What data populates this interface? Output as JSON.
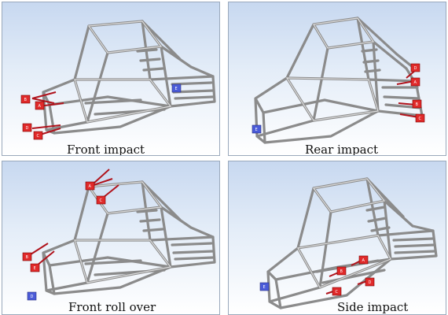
{
  "panels": [
    {
      "caption": "Front impact",
      "supports": [
        {
          "label": "E",
          "color": "#4a5bd8"
        }
      ],
      "loads": [
        {
          "label": "B",
          "color": "#e02a2a"
        },
        {
          "label": "A",
          "color": "#e02a2a"
        },
        {
          "label": "D",
          "color": "#e02a2a"
        },
        {
          "label": "C",
          "color": "#e02a2a"
        }
      ]
    },
    {
      "caption": "Rear impact",
      "supports": [
        {
          "label": "E",
          "color": "#4a5bd8"
        }
      ],
      "loads": [
        {
          "label": "D",
          "color": "#e02a2a"
        },
        {
          "label": "A",
          "color": "#e02a2a"
        },
        {
          "label": "B",
          "color": "#e02a2a"
        },
        {
          "label": "C",
          "color": "#e02a2a"
        }
      ]
    },
    {
      "caption": "Front roll over",
      "supports": [
        {
          "label": "D",
          "color": "#4a5bd8"
        }
      ],
      "loads": [
        {
          "label": "A",
          "color": "#e02a2a"
        },
        {
          "label": "C",
          "color": "#e02a2a"
        },
        {
          "label": "B",
          "color": "#e02a2a"
        },
        {
          "label": "E",
          "color": "#e02a2a"
        }
      ]
    },
    {
      "caption": "Side impact",
      "supports": [
        {
          "label": "E",
          "color": "#4a5bd8"
        }
      ],
      "loads": [
        {
          "label": "A",
          "color": "#e02a2a"
        },
        {
          "label": "B",
          "color": "#e02a2a"
        },
        {
          "label": "C",
          "color": "#e02a2a"
        },
        {
          "label": "D",
          "color": "#e02a2a"
        }
      ]
    }
  ]
}
